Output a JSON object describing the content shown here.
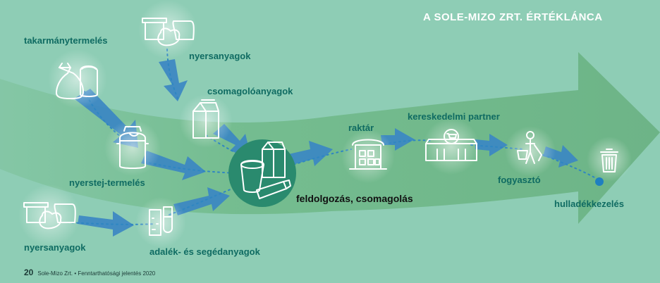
{
  "title": "A SOLE-MIZO ZRT. ÉRTÉKLÁNCA",
  "labels": {
    "takarmany": "takarmánytermelés",
    "nyers_top": "nyersanyagok",
    "csomagolo": "csomagolóanyagok",
    "nyerstej": "nyerstej-termelés",
    "nyers_bottom": "nyersanyagok",
    "adalek": "adalék- és segédanyagok",
    "feldolgozas": "feldolgozás, csomagolás",
    "raktar": "raktár",
    "partner": "kereskedelmi partner",
    "fogyaszto": "fogyasztó",
    "hulladek": "hulladékkezelés"
  },
  "footer": {
    "page": "20",
    "text": "Sole-Mizo Zrt. • Fenntarthatósági jelentés 2020"
  },
  "colors": {
    "background": "#8ecdb5",
    "big_arrow": "#6fb88a",
    "flow_arrow": "#3a86c4",
    "label_text": "#0f6b62",
    "icon_stroke": "#ffffff",
    "center_circle": "#2a8a6e",
    "end_dot": "#1f7fc0"
  },
  "icons": [
    "sack-icon",
    "milk-can-icon",
    "crate-icon",
    "bag-icon",
    "milk-carton-icon",
    "yogurt-cup-icon",
    "test-tube-icon",
    "warehouse-icon",
    "shop-icon",
    "shopper-icon",
    "trash-bin-icon"
  ]
}
